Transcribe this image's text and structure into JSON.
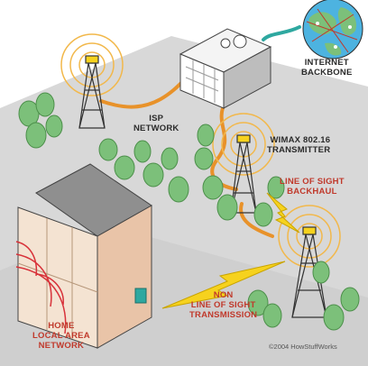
{
  "labels": {
    "internet_backbone": [
      "INTERNET",
      "BACKBONE"
    ],
    "isp_network": [
      "ISP",
      "NETWORK"
    ],
    "wimax_transmitter": [
      "WIMAX 802.16",
      "TRANSMITTER"
    ],
    "line_of_sight_backhaul": [
      "LINE OF SIGHT",
      "BACKHAUL"
    ],
    "non_line_of_sight": [
      "NON",
      "LINE OF SIGHT",
      "TRANSMISSION"
    ],
    "home_lan": [
      "HOME",
      "LOCAL AREA",
      "NETWORK"
    ]
  },
  "credit": "©2004 HowStuffWorks",
  "colors": {
    "ground": "#d8d8d8",
    "cable": "#e8922a",
    "signal_ring": "#f2b84b",
    "tree_foliage": "#7cc07a",
    "lightning": "#f6d21e",
    "house_wall": "#e9c4a8",
    "house_roof": "#8f8f8f",
    "lan_waves": "#d8323a",
    "label_dark": "#2b2b2b",
    "label_red": "#c0392b"
  },
  "icons": [
    "transmission-tower-icon",
    "isp-building-icon",
    "globe-icon",
    "house-icon",
    "tree-icon",
    "lightning-bolt-icon",
    "wall-jack-icon"
  ]
}
